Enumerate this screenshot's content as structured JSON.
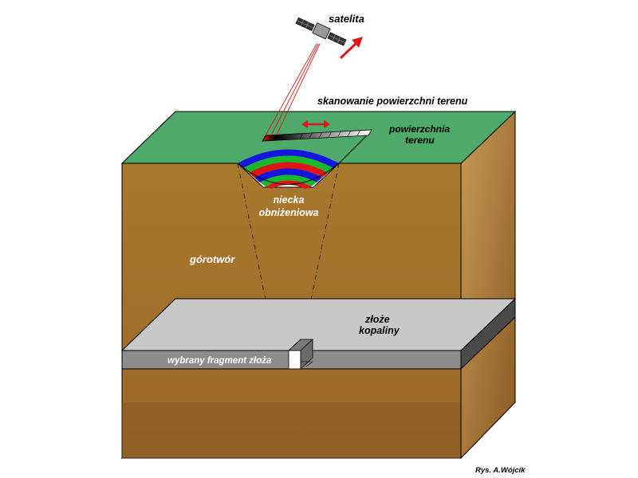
{
  "labels": {
    "satellite": "satelita",
    "scanning": "skanowanie powierzchni terenu",
    "surface_line1": "powierzchnia",
    "surface_line2": "terenu",
    "basin_line1": "niecka",
    "basin_line2": "obniżeniowa",
    "rock_mass": "górotwór",
    "deposit_line1": "złoże",
    "deposit_line2": "kopaliny",
    "selected_fragment": "wybrany fragment złoża",
    "credit": "Rys. A.Wójcik"
  },
  "colors": {
    "surface": "#4daa6a",
    "rock_front": "#a87a36",
    "rock_side": "#bb8c44",
    "rock_bottom_band": "#8b5a22",
    "deposit_top": "#c8c8c8",
    "deposit_front": "#8c8c8c",
    "deposit_side": "#4a4a4a",
    "basin_rings": [
      "#1515e0",
      "#19b82a",
      "#e01515",
      "#1515e0",
      "#19b82a",
      "#e01515"
    ],
    "laser": "#d01a1a",
    "arrow": "#e01515"
  },
  "icons": {
    "satellite": "satellite-icon",
    "motion_arrow": "arrow-up-right-icon",
    "scan_direction": "double-arrow-horizontal-icon"
  }
}
